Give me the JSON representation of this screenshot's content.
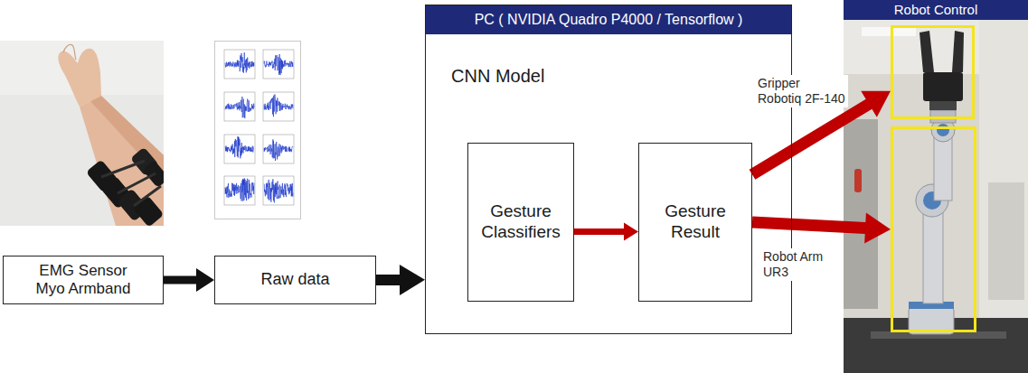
{
  "diagram": {
    "nodes": [
      {
        "text": [
          "EMG Sensor Myo Armband"
        ]
      },
      {
        "text": [
          "Raw data"
        ]
      },
      {
        "text": [
          "PC ( NVIDIA Quadro P4000 / Tensorflow )",
          "CNN Model"
        ]
      },
      {
        "text": [
          "Gesture Classifiers"
        ],
        "in": 2
      },
      {
        "text": [
          "Gesture Result"
        ],
        "in": 2
      },
      {
        "text": [
          "Robot Control"
        ]
      },
      {
        "text": [
          "Gripper Robotiq 2F-140"
        ],
        "in": 5
      },
      {
        "text": [
          "Robot Arm UR3"
        ],
        "in": 5
      }
    ],
    "edges": [
      {
        "from": 0,
        "to": 1,
        "arrow": "to"
      },
      {
        "from": 1,
        "to": 2,
        "arrow": "to"
      },
      {
        "from": 3,
        "to": 4,
        "arrow": "to"
      },
      {
        "from": 4,
        "to": 6,
        "arrow": "to"
      },
      {
        "from": 4,
        "to": 7,
        "arrow": "to"
      }
    ]
  }
}
